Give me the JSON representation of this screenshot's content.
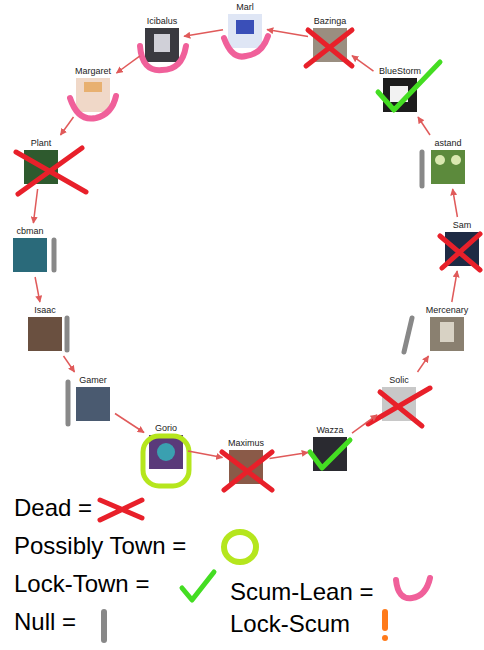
{
  "diagram": {
    "nodes": [
      {
        "text": [
          "Marl"
        ]
      },
      {
        "text": [
          "Bazinga"
        ]
      },
      {
        "text": [
          "BlueStorm"
        ]
      },
      {
        "text": [
          "astand"
        ]
      },
      {
        "text": [
          "Sam"
        ]
      },
      {
        "text": [
          "Mercenary"
        ]
      },
      {
        "text": [
          "Solic"
        ]
      },
      {
        "text": [
          "Wazza"
        ]
      },
      {
        "text": [
          "Maximus"
        ]
      },
      {
        "text": [
          "Gorio"
        ]
      },
      {
        "text": [
          "Gamer"
        ]
      },
      {
        "text": [
          "Isaac"
        ]
      },
      {
        "text": [
          "cbman"
        ]
      },
      {
        "text": [
          "Plant"
        ]
      },
      {
        "text": [
          "Margaret"
        ]
      },
      {
        "text": [
          "Icibalus"
        ]
      }
    ],
    "edges": [
      {
        "from": 0,
        "to": 15,
        "arrow": "to"
      },
      {
        "from": 15,
        "to": 14,
        "arrow": "to"
      },
      {
        "from": 14,
        "to": 13,
        "arrow": "to"
      },
      {
        "from": 13,
        "to": 12,
        "arrow": "to"
      },
      {
        "from": 12,
        "to": 11,
        "arrow": "to"
      },
      {
        "from": 11,
        "to": 10,
        "arrow": "to"
      },
      {
        "from": 10,
        "to": 9,
        "arrow": "to"
      },
      {
        "from": 9,
        "to": 8,
        "arrow": "to"
      },
      {
        "from": 8,
        "to": 7,
        "arrow": "to"
      },
      {
        "from": 7,
        "to": 6,
        "arrow": "to"
      },
      {
        "from": 6,
        "to": 5,
        "arrow": "to"
      },
      {
        "from": 5,
        "to": 4,
        "arrow": "to"
      },
      {
        "from": 4,
        "to": 3,
        "arrow": "to"
      },
      {
        "from": 3,
        "to": 2,
        "arrow": "to"
      },
      {
        "from": 2,
        "to": 1,
        "arrow": "to"
      },
      {
        "from": 1,
        "to": 0,
        "arrow": "to"
      }
    ],
    "legend": [
      {
        "text": "Dead ="
      },
      {
        "text": "Possibly Town ="
      },
      {
        "text": "Lock-Town ="
      },
      {
        "text": "Null ="
      },
      {
        "text": "Scum-Lean ="
      },
      {
        "text": "Lock-Scum"
      }
    ]
  }
}
